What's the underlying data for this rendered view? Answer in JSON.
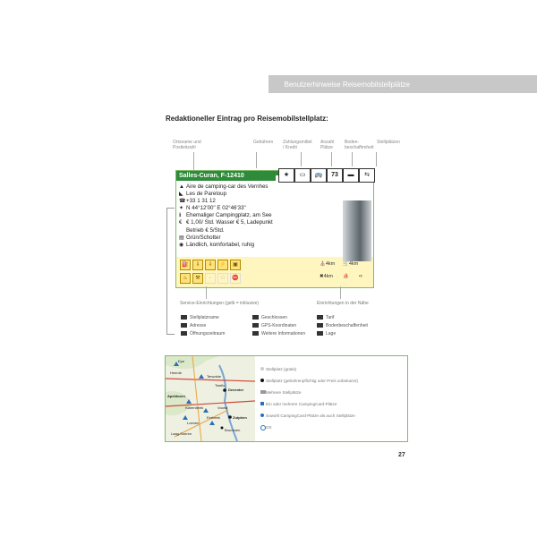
{
  "header": {
    "title": "Benutzerhinweise Reisemobilstellplätze"
  },
  "section": {
    "title": "Redaktioneller Eintrag pro Reisemobilstellplatz:"
  },
  "top_labels": [
    "Ortsname und Postleitzahl",
    "Gebühren",
    "Zahlungsmittel / Kredit",
    "Anzahl Plätze",
    "Boden-beschaffenheit",
    "Stellplätzen"
  ],
  "entry": {
    "title": "Salles-Curan, F-12410",
    "icons": [
      "★",
      "▭",
      "🚌",
      "73",
      "▬",
      "⇆"
    ],
    "count": "73",
    "lines": [
      "Aire de camping-car des Vernhes",
      "Les de Pareloup",
      "+33 1 31 12",
      "N 44°12'00\"  E 02°46'33\"",
      "Ehemaliger Campingplatz, am See",
      "€ 1,00/ Std. Wasser € 5, Ladepunkt",
      "Betrieb € 5/Std.",
      "Grün/Schotter",
      "Ländlich, komfortabel, ruhig"
    ],
    "services_row1": [
      "⛽",
      "⇩",
      "⇩",
      "⚡",
      "▣"
    ],
    "services_row2": [
      "♨",
      "⚒",
      "▫",
      "⚇",
      "⛔"
    ],
    "nearby": [
      {
        "icon": "⛪",
        "dist": "4km"
      },
      {
        "icon": "🛒",
        "dist": "4km"
      },
      {
        "icon": "✖",
        "dist": "4km"
      },
      {
        "icon": "⛵",
        "dist": ""
      },
      {
        "icon": "➪",
        "dist": ""
      }
    ]
  },
  "captions": {
    "services": "Service-Einrichtungen (gelb = inklusive)",
    "nearby": "Einrichtungen in der Nähe"
  },
  "legend": [
    "Stellplatzname",
    "Adresse",
    "Öffnungszeitraum",
    "Geschlossen",
    "GPS-Koordinaten",
    "Weitere Informationen",
    "Tarif",
    "Bodenbeschaffenheit",
    "Lage"
  ],
  "map": {
    "places": [
      "Epe",
      "Heerde",
      "Terwolde",
      "Twello",
      "Deventer",
      "Apeldoorn",
      "Klarenbeek",
      "Voorst",
      "Eerbeek",
      "Zutphen",
      "Brummen",
      "Loenen",
      "Laag-Soeren"
    ],
    "legend": [
      "Stellplatz (gratis)",
      "Stellplatz (gebührenpflichtig oder Preis unbekannt)",
      "Mehrere Stellplätze",
      "Ein oder mehrere CampingCard-Plätze",
      "Sowohl CampingCard-Plätze als auch Stellplätze",
      "Ort"
    ]
  },
  "page": {
    "number": "27"
  }
}
